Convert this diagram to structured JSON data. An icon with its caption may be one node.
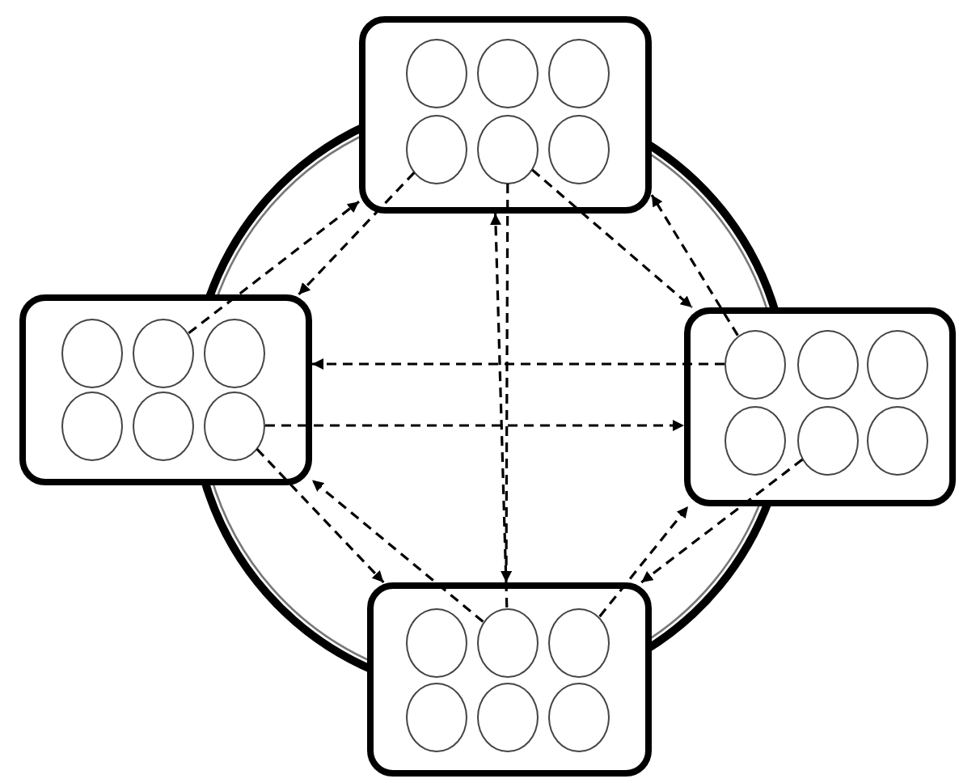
{
  "diagram": {
    "nodes": [
      {
        "text": [],
        "shape": "box"
      },
      {
        "text": [],
        "shape": "circle",
        "in": 0
      },
      {
        "text": [],
        "shape": "circle",
        "in": 0
      },
      {
        "text": [],
        "shape": "circle",
        "in": 0
      },
      {
        "text": [],
        "shape": "circle",
        "in": 0
      },
      {
        "text": [],
        "shape": "circle",
        "in": 0
      },
      {
        "text": [],
        "shape": "circle",
        "in": 0
      },
      {
        "text": [],
        "shape": "box"
      },
      {
        "text": [],
        "shape": "circle",
        "in": 7
      },
      {
        "text": [],
        "shape": "circle",
        "in": 7
      },
      {
        "text": [],
        "shape": "circle",
        "in": 7
      },
      {
        "text": [],
        "shape": "circle",
        "in": 7
      },
      {
        "text": [],
        "shape": "circle",
        "in": 7
      },
      {
        "text": [],
        "shape": "circle",
        "in": 7
      },
      {
        "text": [],
        "shape": "box"
      },
      {
        "text": [],
        "shape": "circle",
        "in": 14
      },
      {
        "text": [],
        "shape": "circle",
        "in": 14
      },
      {
        "text": [],
        "shape": "circle",
        "in": 14
      },
      {
        "text": [],
        "shape": "circle",
        "in": 14
      },
      {
        "text": [],
        "shape": "circle",
        "in": 14
      },
      {
        "text": [],
        "shape": "circle",
        "in": 14
      },
      {
        "text": [],
        "shape": "box"
      },
      {
        "text": [],
        "shape": "circle",
        "in": 21
      },
      {
        "text": [],
        "shape": "circle",
        "in": 21
      },
      {
        "text": [],
        "shape": "circle",
        "in": 21
      },
      {
        "text": [],
        "shape": "circle",
        "in": 21
      },
      {
        "text": [],
        "shape": "circle",
        "in": 21
      },
      {
        "text": [],
        "shape": "circle",
        "in": 21
      }
    ],
    "edges": [
      {
        "from": 4,
        "to": 7,
        "arrow": "to",
        "style": "dashed"
      },
      {
        "from": 9,
        "to": 0,
        "arrow": "to",
        "style": "dashed"
      },
      {
        "from": 5,
        "to": 14,
        "arrow": "to",
        "style": "dashed"
      },
      {
        "from": 15,
        "to": 0,
        "arrow": "to",
        "style": "dashed"
      },
      {
        "from": 5,
        "to": 21,
        "arrow": "to",
        "style": "dashed"
      },
      {
        "from": 23,
        "to": 0,
        "arrow": "to",
        "style": "dashed"
      },
      {
        "from": 15,
        "to": 7,
        "arrow": "to",
        "style": "dashed"
      },
      {
        "from": 13,
        "to": 14,
        "arrow": "to",
        "style": "dashed"
      },
      {
        "from": 13,
        "to": 21,
        "arrow": "to",
        "style": "dashed"
      },
      {
        "from": 23,
        "to": 7,
        "arrow": "to",
        "style": "dashed"
      },
      {
        "from": 19,
        "to": 21,
        "arrow": "to",
        "style": "dashed"
      },
      {
        "from": 24,
        "to": 14,
        "arrow": "to",
        "style": "dashed"
      }
    ]
  }
}
